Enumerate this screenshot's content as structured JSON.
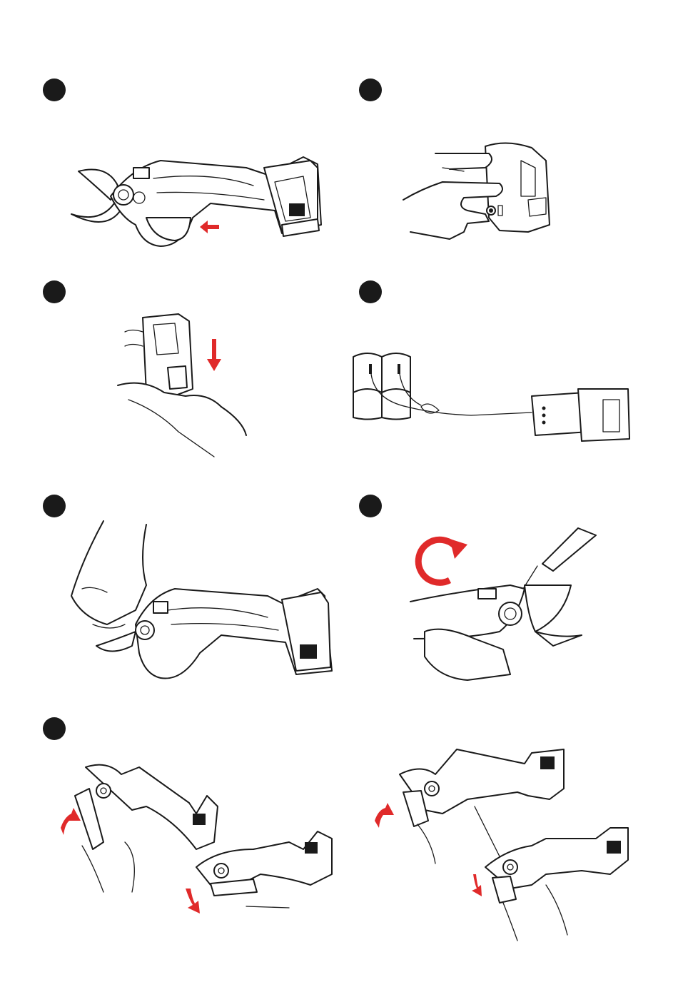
{
  "page": {
    "background_color": "#ffffff",
    "marker_color": "#1a1a1a",
    "arrow_color": "#e02a2a"
  },
  "steps": [
    {
      "id": "step-1",
      "description": "trigger-pull-shears-with-battery-icon"
    },
    {
      "id": "step-2",
      "description": "press-power-button-icon"
    },
    {
      "id": "step-3",
      "description": "remove-battery-icon"
    },
    {
      "id": "step-4",
      "description": "two-batteries-with-charger-icon"
    },
    {
      "id": "step-5",
      "description": "hand-holding-shears-icon"
    },
    {
      "id": "step-6",
      "description": "adjust-blade-rotate-icon"
    },
    {
      "id": "step-7",
      "description": "cutting-branches-icon"
    }
  ]
}
